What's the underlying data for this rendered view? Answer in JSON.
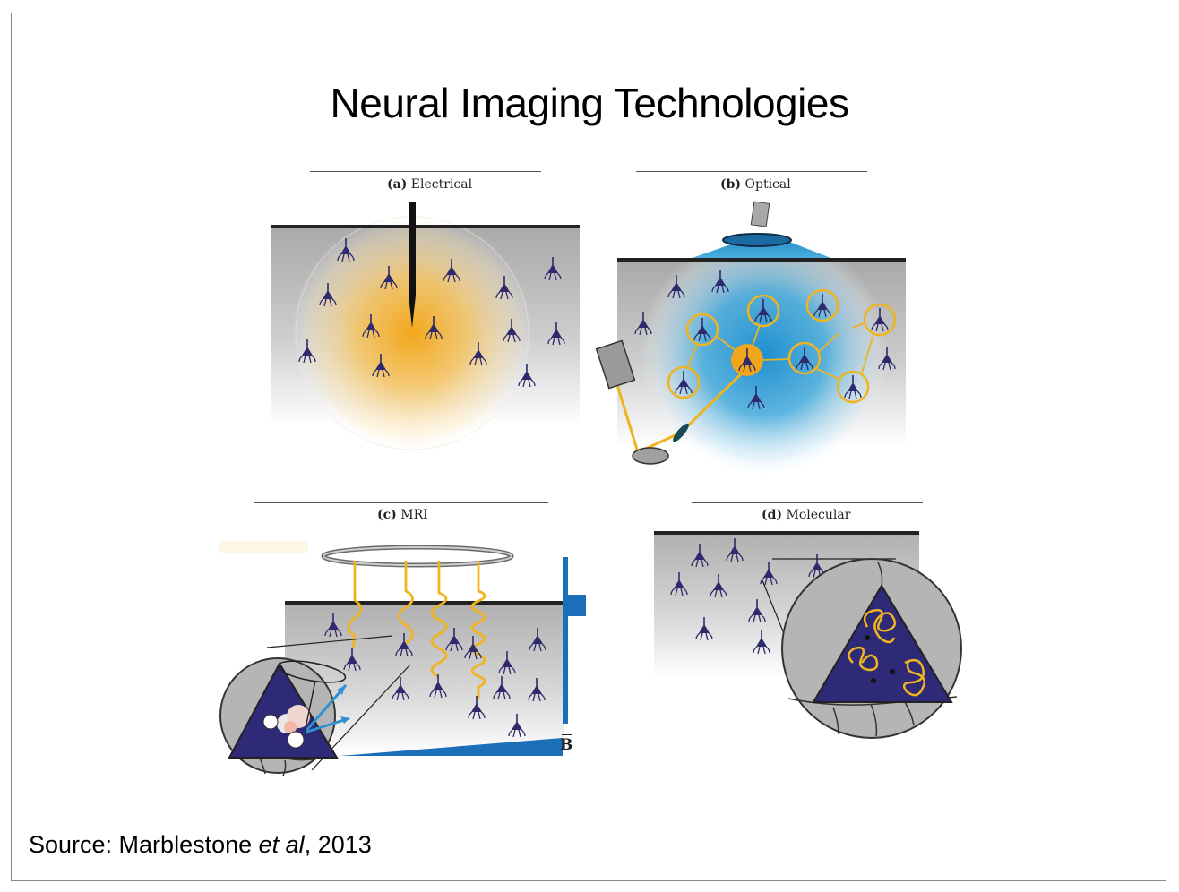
{
  "slide": {
    "title": "Neural Imaging Technologies",
    "source_prefix": "Source:  Marblestone ",
    "source_etal": "et al",
    "source_suffix": ", 2013"
  },
  "panels": [
    {
      "id": "a",
      "tag": "(a)",
      "label": "Electrical"
    },
    {
      "id": "b",
      "tag": "(b)",
      "label": "Optical"
    },
    {
      "id": "c",
      "tag": "(c)",
      "label": "MRI"
    },
    {
      "id": "d",
      "tag": "(d)",
      "label": "Molecular"
    }
  ],
  "field_label": "B",
  "colors": {
    "neuron": "#2e2a6b",
    "glow_orange": "#f5a623",
    "glow_blue": "#1f9fd6",
    "ring_yellow": "#f0b41e",
    "field_blue": "#1a6fb8",
    "tissue_gray": "#b5b5b5"
  }
}
